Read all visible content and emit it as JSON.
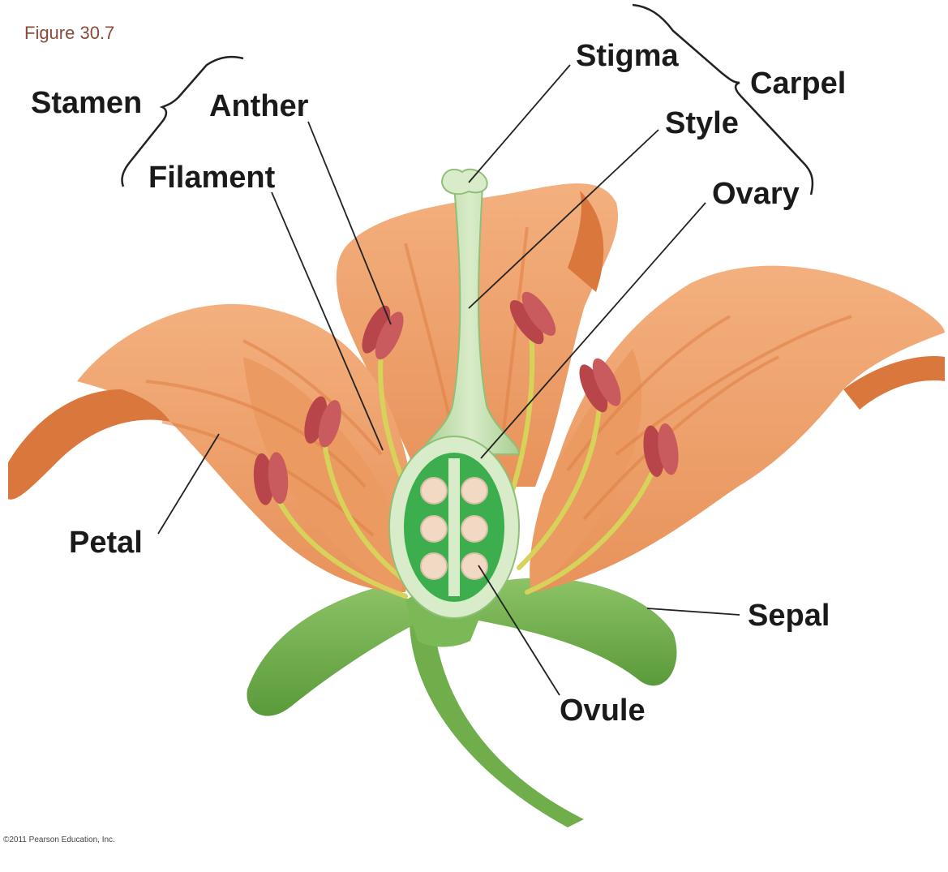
{
  "figure": {
    "number": "Figure 30.7",
    "copyright": "©2011 Pearson Education, Inc."
  },
  "labels": {
    "stamen": "Stamen",
    "anther": "Anther",
    "filament": "Filament",
    "stigma": "Stigma",
    "style": "Style",
    "ovary": "Ovary",
    "carpel": "Carpel",
    "petal": "Petal",
    "sepal": "Sepal",
    "ovule": "Ovule"
  },
  "colors": {
    "petal": "#f0a56f",
    "petal_dark": "#d9773d",
    "sepal": "#6fae4a",
    "carpel_light": "#cfe6bf",
    "ovary_inner": "#3cae4e",
    "ovule": "#f1d9c4",
    "anther": "#b8454a",
    "filament": "#d7d35a"
  }
}
